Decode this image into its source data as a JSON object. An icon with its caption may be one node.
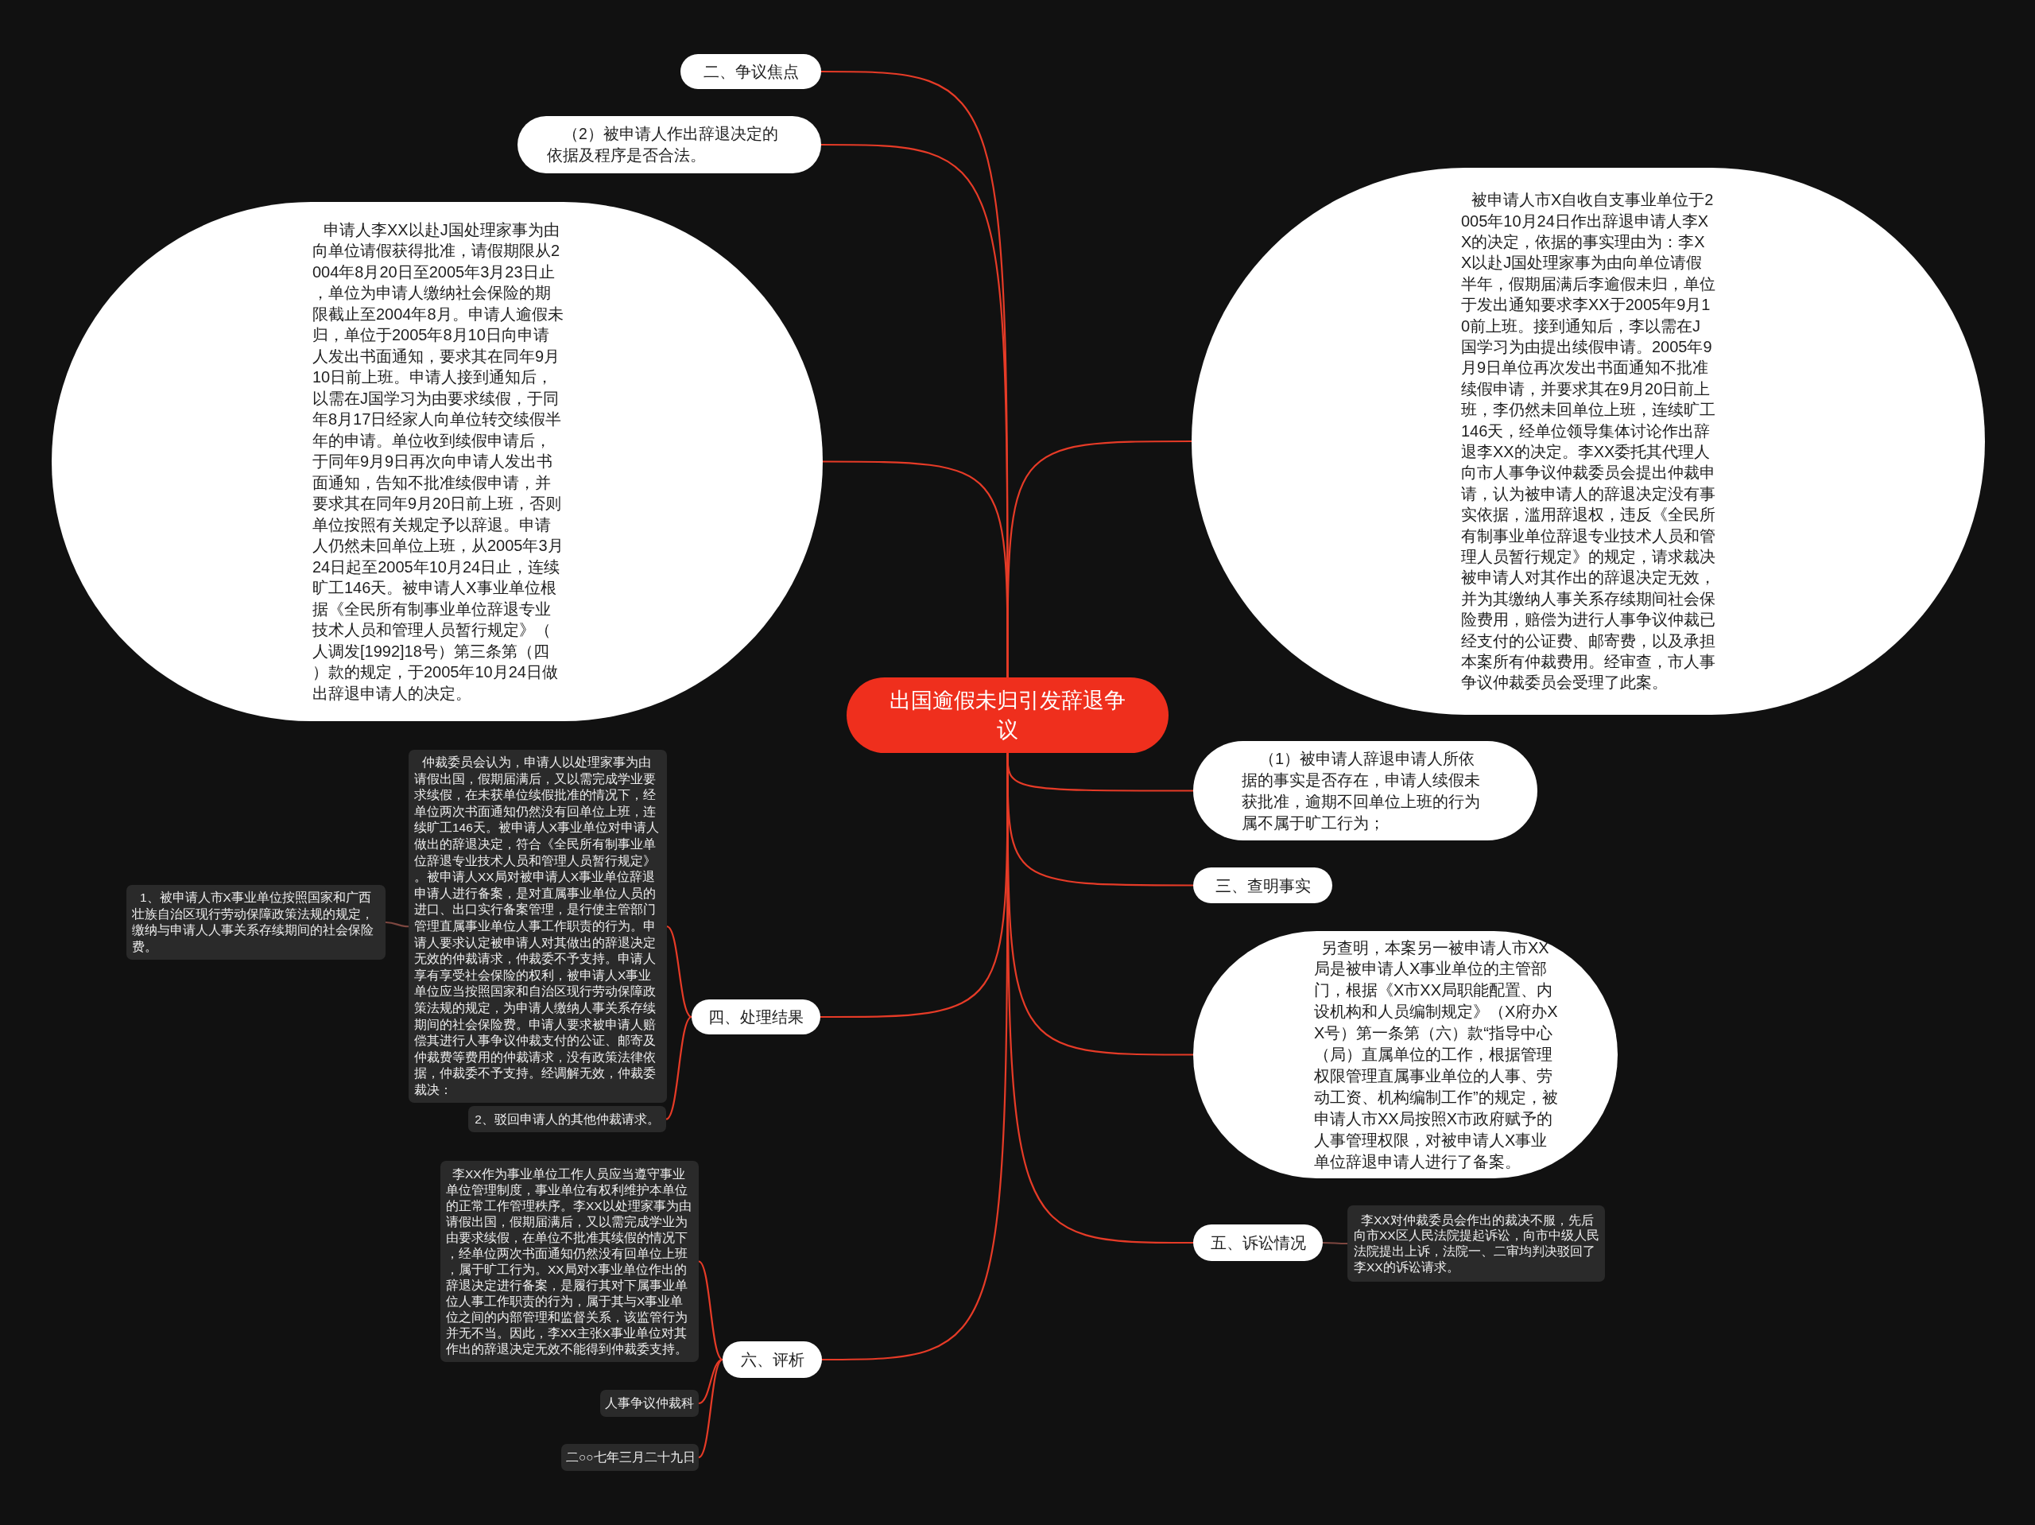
{
  "diagram": {
    "nodes": [
      {
        "text": [
          "出国逾假未归引发辞退争议"
        ]
      },
      {
        "text": [
          "二、争议焦点"
        ]
      },
      {
        "text": [
          "（2）被申请人作出辞退决定的依据及程序是否合法。"
        ]
      },
      {
        "text": [
          "申请人李XX以赴J国处理家事为由向单位请假获得批准，请假期限从2004年8月20日至2005年3月23日止，单位为申请人缴纳社会保险的期限截止至2004年8月。申请人逾假未归，单位于2005年8月10日向申请人发出书面通知，要求其在同年9月10日前上班。申请人接到通知后，以需在J国学习为由要求续假，于同年8月17日经家人向单位转交续假半年的申请。单位收到续假申请后，于同年9月9日再次向申请人发出书面通知，告知不批准续假申请，并要求其在同年9月20日前上班，否则单位按照有关规定予以辞退。申请人仍然未回单位上班，从2005年3月24日起至2005年10月24日止，连续旷工146天。被申请人X事业单位根据《全民所有制事业单位辞退专业技术人员和管理人员暂行规定》（人调发[1992]18号）第三条第（四）款的规定，于2005年10月24日做出辞退申请人的决定。"
        ]
      },
      {
        "text": [
          "被申请人市X自收自支事业单位于2005年10月24日作出辞退申请人李XX的决定，依据的事实理由为：李XX以赴J国处理家事为由向单位请假半年，假期届满后李逾假未归，单位于发出通知要求李XX于2005年9月10前上班。接到通知后，李以需在J国学习为由提出续假申请。2005年9月9日单位再次发出书面通知不批准续假申请，并要求其在9月20日前上班，李仍然未回单位上班，连续旷工146天，经单位领导集体讨论作出辞退李XX的决定。李XX委托其代理人向市人事争议仲裁委员会提出仲裁申请，认为被申请人的辞退决定没有事实依据，滥用辞退权，违反《全民所有制事业单位辞退专业技术人员和管理人员暂行规定》的规定，请求裁决被申请人对其作出的辞退决定无效，并为其缴纳人事关系存续期间社会保险费用，赔偿为进行人事争议仲裁已经支付的公证费、邮寄费，以及承担本案所有仲裁费用。经审查，市人事争议仲裁委员会受理了此案。"
        ]
      },
      {
        "text": [
          "（1）被申请人辞退申请人所依据的事实是否存在，申请人续假未获批准，逾期不回单位上班的行为属不属于旷工行为；"
        ]
      },
      {
        "text": [
          "三、查明事实"
        ]
      },
      {
        "text": [
          "另查明，本案另一被申请人市XX局是被申请人X事业单位的主管部门，根据《X市XX局职能配置、内设机构和人员编制规定》（X府办XX号）第一条第（六）款“指导中心（局）直属单位的工作，根据管理权限管理直属事业单位的人事、劳动工资、机构编制工作”的规定，被申请人市XX局按照X市政府赋予的人事管理权限，对被申请人X事业单位辞退申请人进行了备案。"
        ]
      },
      {
        "text": [
          "四、处理结果"
        ]
      },
      {
        "text": [
          "仲裁委员会认为，申请人以处理家事为由请假出国，假期届满后，又以需完成学业要求续假，在未获单位续假批准的情况下，经单位两次书面通知仍然没有回单位上班，连续旷工146天。被申请人X事业单位对申请人做出的辞退决定，符合《全民所有制事业单位辞退专业技术人员和管理人员暂行规定》。被申请人XX局对被申请人X事业单位辞退申请人进行备案，是对直属事业单位人员的进口、出口实行备案管理，是行使主管部门管理直属事业单位人事工作职责的行为。申请人要求认定被申请人对其做出的辞退决定无效的仲裁请求，仲裁委不予支持。申请人享有享受社会保险的权利，被申请人X事业单位应当按照国家和自治区现行劳动保障政策法规的规定，为申请人缴纳人事关系存续期间的社会保险费。申请人要求被申请人赔偿其进行人事争议仲裁支付的公证、邮寄及仲裁费等费用的仲裁请求，没有政策法律依据，仲裁委不予支持。经调解无效，仲裁委裁决："
        ]
      },
      {
        "text": [
          "1、被申请人市X事业单位按照国家和广西壮族自治区现行劳动保障政策法规的规定，缴纳与申请人人事关系存续期间的社会保险费。"
        ]
      },
      {
        "text": [
          "2、驳回申请人的其他仲裁请求。"
        ]
      },
      {
        "text": [
          "五、诉讼情况"
        ]
      },
      {
        "text": [
          "李XX对仲裁委员会作出的裁决不服，先后向市XX区人民法院提起诉讼，向市中级人民法院提出上诉，法院一、二审均判决驳回了李XX的诉讼请求。"
        ]
      },
      {
        "text": [
          "六、评析"
        ]
      },
      {
        "text": [
          "李XX作为事业单位工作人员应当遵守事业单位管理制度，事业单位有权利维护本单位的正常工作管理秩序。李XX以处理家事为由请假出国，假期届满后，又以需完成学业为由要求续假，在单位不批准其续假的情况下，经单位两次书面通知仍然没有回单位上班，属于旷工行为。XX局对X事业单位作出的辞退决定进行备案，是履行其对下属事业单位人事工作职责的行为，属于其与X事业单位之间的内部管理和监督关系，该监管行为并无不当。因此，李XX主张X事业单位对其作出的辞退决定无效不能得到仲裁委支持。"
        ]
      },
      {
        "text": [
          "人事争议仲裁科"
        ]
      },
      {
        "text": [
          "二○○七年三月二十九日"
        ]
      }
    ],
    "edges": [
      {
        "from": 0,
        "to": 1,
        "arrow": "none"
      },
      {
        "from": 0,
        "to": 2,
        "arrow": "none"
      },
      {
        "from": 0,
        "to": 3,
        "arrow": "none"
      },
      {
        "from": 0,
        "to": 4,
        "arrow": "none"
      },
      {
        "from": 0,
        "to": 5,
        "arrow": "none"
      },
      {
        "from": 0,
        "to": 6,
        "arrow": "none"
      },
      {
        "from": 0,
        "to": 7,
        "arrow": "none"
      },
      {
        "from": 0,
        "to": 8,
        "arrow": "none"
      },
      {
        "from": 8,
        "to": 9,
        "arrow": "none"
      },
      {
        "from": 9,
        "to": 10,
        "arrow": "none",
        "color": "#7d4740"
      },
      {
        "from": 8,
        "to": 11,
        "arrow": "none"
      },
      {
        "from": 0,
        "to": 12,
        "arrow": "none"
      },
      {
        "from": 12,
        "to": 13,
        "arrow": "none",
        "color": "#7d4740"
      },
      {
        "from": 0,
        "to": 14,
        "arrow": "none"
      },
      {
        "from": 14,
        "to": 15,
        "arrow": "none"
      },
      {
        "from": 14,
        "to": 16,
        "arrow": "none"
      },
      {
        "from": 14,
        "to": 17,
        "arrow": "none"
      }
    ]
  }
}
